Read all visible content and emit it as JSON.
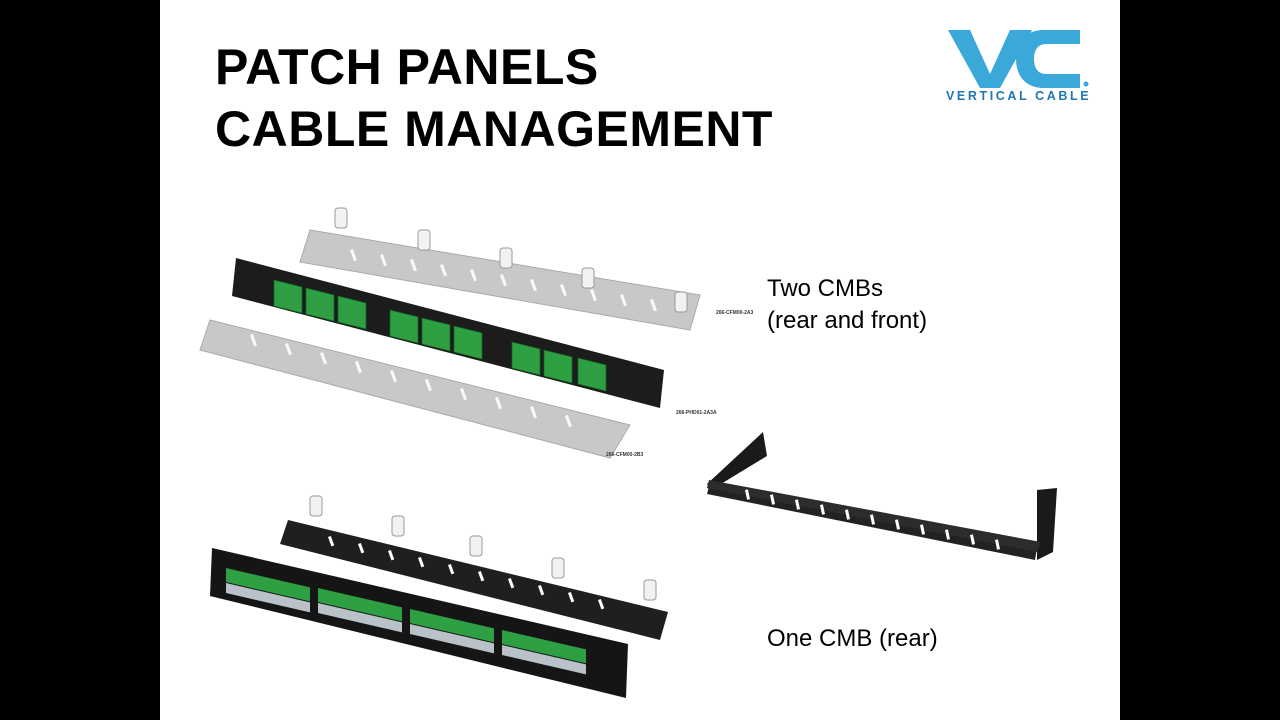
{
  "slide": {
    "title_line1": "PATCH PANELS",
    "title_line2": "CABLE MANAGEMENT",
    "logo": {
      "text": "VERTICAL CABLE",
      "color": "#3aa8d8",
      "icon": "vc-logo"
    },
    "caption_two_line1": "Two CMBs",
    "caption_two_line2": "(rear and front)",
    "caption_one": "One CMB (rear)",
    "part_labels": [
      "266-CFM00-2A3",
      "266-PHD01-2A3A",
      "266-CFM00-2B3"
    ]
  },
  "colors": {
    "green_port": "#2ea043",
    "panel_black": "#1c1c1c",
    "bar_gray": "#bdbdbd"
  }
}
